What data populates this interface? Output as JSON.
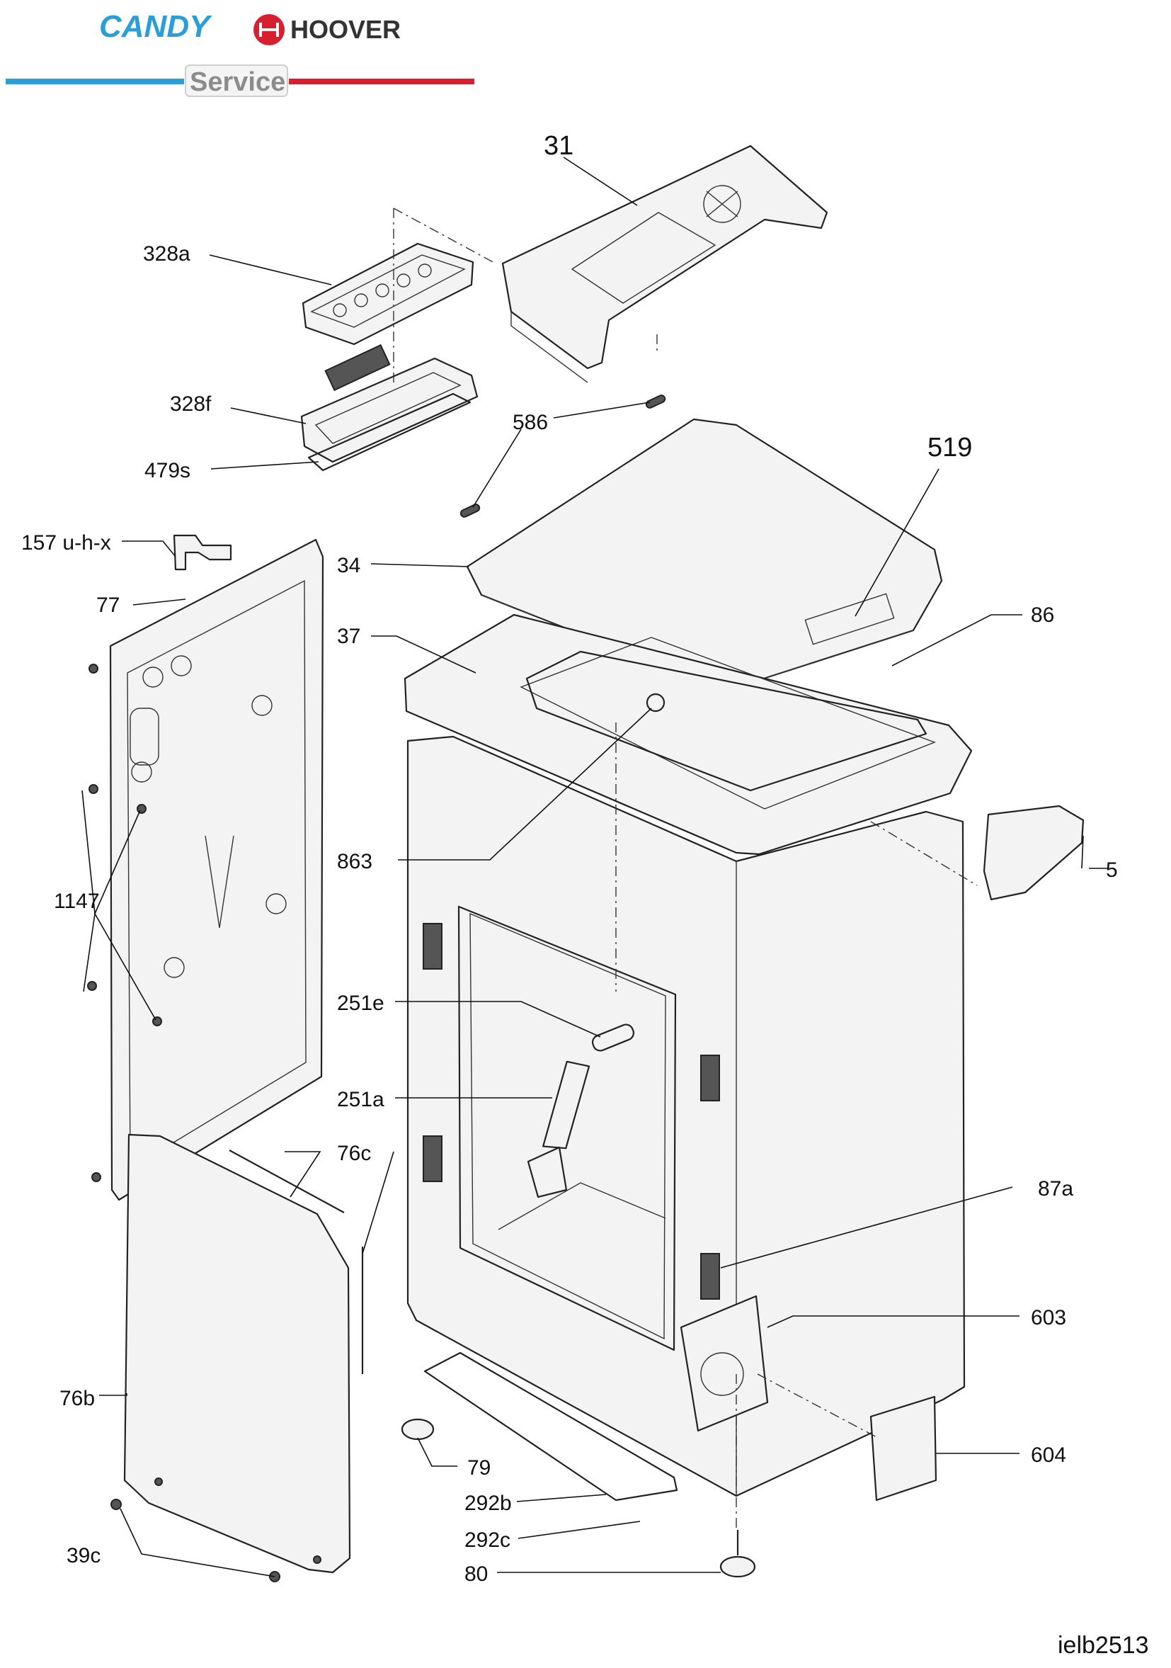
{
  "header": {
    "brand_primary": "CANDY",
    "brand_secondary": "HOOVER",
    "section": "Service",
    "colors": {
      "candy_blue": "#2a9fd6",
      "hoover_red": "#d6202f",
      "service_grey": "#8c8c8c",
      "rule_blue": "#2a9fd6",
      "rule_red": "#d6202f"
    }
  },
  "callouts": [
    {
      "label": "31"
    },
    {
      "label": "328a"
    },
    {
      "label": "328f"
    },
    {
      "label": "479s"
    },
    {
      "label": "586"
    },
    {
      "label": "519"
    },
    {
      "label": "157 u-h-x"
    },
    {
      "label": "77"
    },
    {
      "label": "34"
    },
    {
      "label": "37"
    },
    {
      "label": "86"
    },
    {
      "label": "1147"
    },
    {
      "label": "863"
    },
    {
      "label": "5"
    },
    {
      "label": "251e"
    },
    {
      "label": "251a"
    },
    {
      "label": "76c"
    },
    {
      "label": "87a"
    },
    {
      "label": "603"
    },
    {
      "label": "76b"
    },
    {
      "label": "604"
    },
    {
      "label": "79"
    },
    {
      "label": "292b"
    },
    {
      "label": "292c"
    },
    {
      "label": "39c"
    },
    {
      "label": "80"
    }
  ],
  "footer": {
    "document_id": "ielb2513"
  }
}
